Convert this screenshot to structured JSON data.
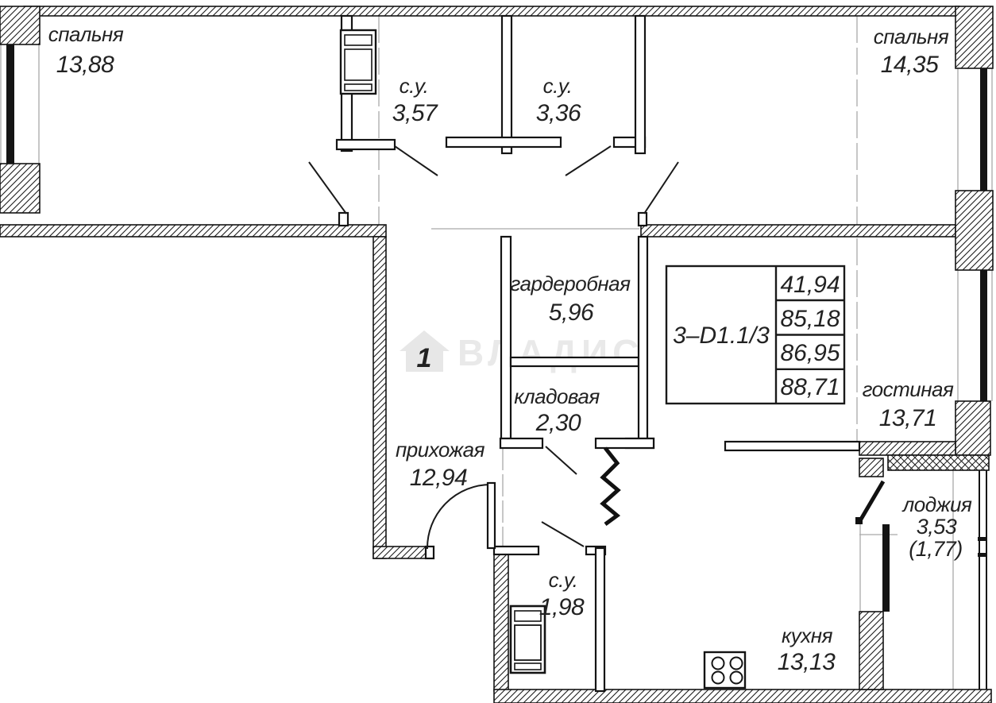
{
  "watermark": {
    "brand": "ВЛАДИС",
    "icon": "house-icon"
  },
  "rooms": [
    {
      "key": "bedroom-1",
      "label": "спальня",
      "area": "13,88"
    },
    {
      "key": "bathroom-1",
      "label": "с.у.",
      "area": "3,57"
    },
    {
      "key": "bathroom-2",
      "label": "с.у.",
      "area": "3,36"
    },
    {
      "key": "bedroom-2",
      "label": "спальня",
      "area": "14,35"
    },
    {
      "key": "wardrobe",
      "label": "гардеробная",
      "area": "5,96"
    },
    {
      "key": "pantry",
      "label": "кладовая",
      "area": "2,30"
    },
    {
      "key": "living-room",
      "label": "гостиная",
      "area": "13,71"
    },
    {
      "key": "hallway",
      "label": "прихожая",
      "area": "12,94"
    },
    {
      "key": "loggia",
      "label": "лоджия",
      "area": "3,53",
      "area_secondary": "(1,77)"
    },
    {
      "key": "bathroom-3",
      "label": "с.у.",
      "area": "1,98"
    },
    {
      "key": "kitchen",
      "label": "кухня",
      "area": "13,13"
    }
  ],
  "info_table": {
    "unit_code": "3–D1.1/3",
    "values": [
      "41,94",
      "85,18",
      "86,95",
      "88,71"
    ]
  }
}
